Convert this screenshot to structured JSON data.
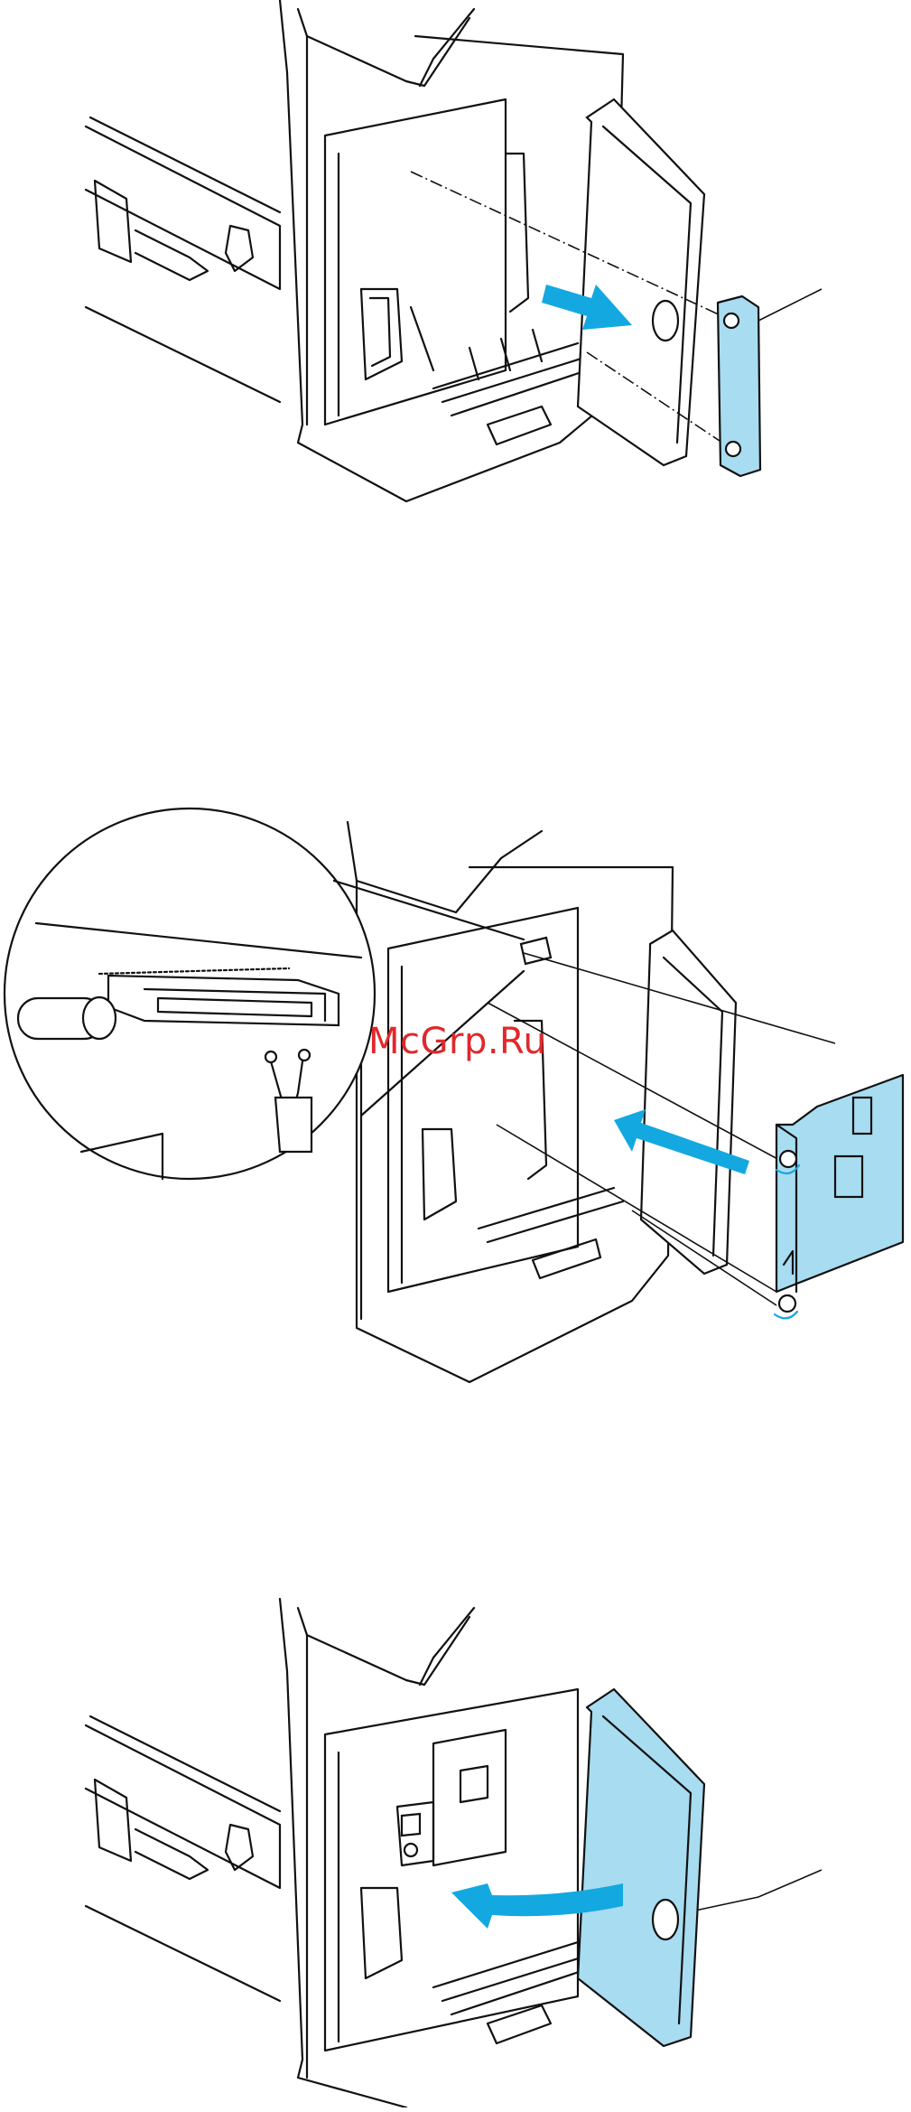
{
  "watermark": {
    "text": "McGrp.Ru"
  },
  "colors": {
    "accent": "#a8dcf0",
    "arrow": "#14a8e0",
    "watermark": "#e0282b"
  },
  "steps": [
    {
      "name": "remove-cover-plate"
    },
    {
      "name": "install-card"
    },
    {
      "name": "close-access-cover"
    }
  ]
}
